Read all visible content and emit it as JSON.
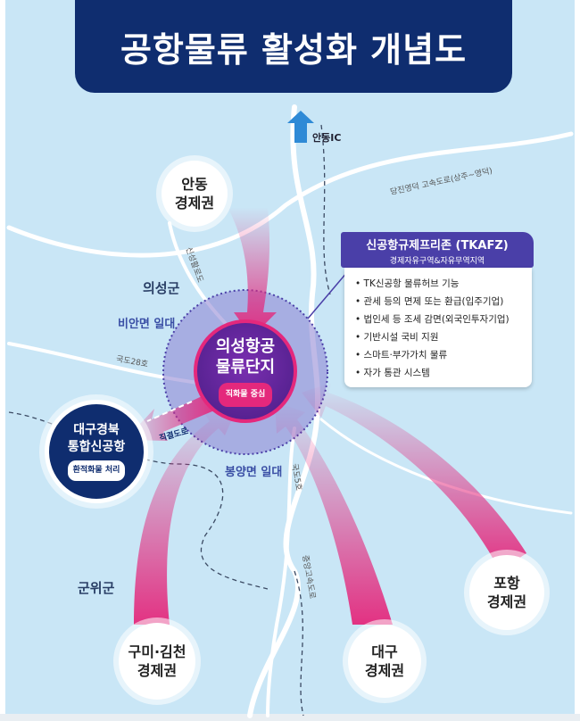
{
  "title": "공항물류 활성화 개념도",
  "hub": {
    "line1": "의성항공",
    "line2": "물류단지",
    "tag": "직화물 중심"
  },
  "airport": {
    "line1": "대구경북",
    "line2": "통합신공항",
    "tag": "환적화물 처리"
  },
  "nodes": {
    "andong": {
      "line1": "안동",
      "line2": "경제권"
    },
    "gumi": {
      "line1": "구미·김천",
      "line2": "경제권"
    },
    "daegu": {
      "line1": "대구",
      "line2": "경제권"
    },
    "pohang": {
      "line1": "포항",
      "line2": "경제권"
    }
  },
  "regions": {
    "uiseong": "의성군",
    "gunwi": "군위군",
    "bian": "비안면 일대",
    "bongyang": "봉양면 일대"
  },
  "roads": {
    "andong_ic": "안동IC",
    "dangjin": "당진영덕 고속도로(상주~영덕)",
    "sinseong": "신성활로도",
    "route28": "국도28호",
    "direct": "직결도로",
    "route5": "국도5호",
    "jungang": "중앙고속도로"
  },
  "tkafz": {
    "title": "신공항규제프리존 (TKAFZ)",
    "subtitle": "경제자유구역&자유무역지역",
    "items": [
      "TK신공항 물류허브 기능",
      "관세 등의 면제 또는 환급(입주기업)",
      "법인세 등 조세 감면(외국인투자기업)",
      "기반시설 국비 지원",
      "스마트·부가가치 물류",
      "자가 통관 시스템"
    ]
  },
  "colors": {
    "navy": "#0f2d6f",
    "magenta": "#e4287c",
    "purple": "#4a3fa8",
    "water": "#c9e6f6"
  }
}
